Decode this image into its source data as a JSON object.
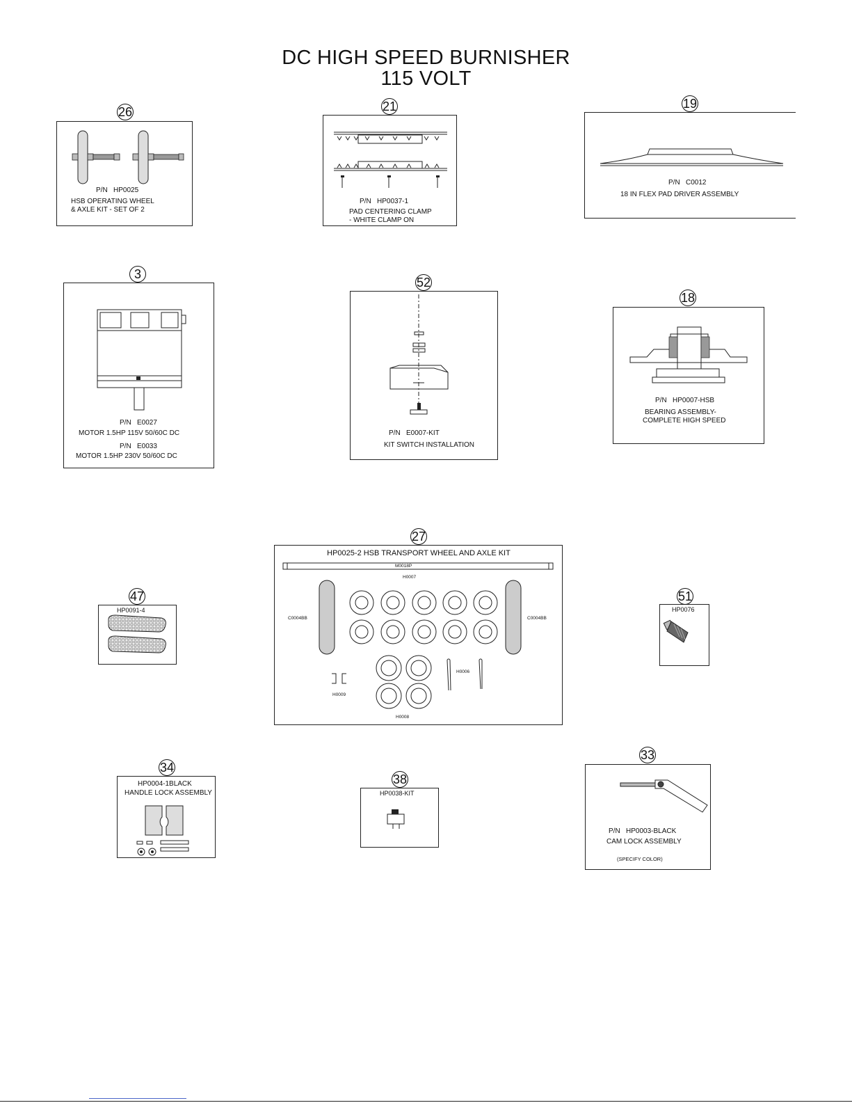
{
  "title": {
    "line1": "DC HIGH SPEED BURNISHER",
    "line2": "115 VOLT"
  },
  "parts": {
    "p26": {
      "callout": "26",
      "pn_label": "P/N",
      "pn": "HP0025",
      "desc1": "HSB OPERATING WHEEL",
      "desc2": "& AXLE KIT - SET OF 2"
    },
    "p21": {
      "callout": "21",
      "pn_label": "P/N",
      "pn": "HP0037-1",
      "desc1": "PAD CENTERING CLAMP",
      "desc2": "- WHITE CLAMP ON"
    },
    "p19": {
      "callout": "19",
      "pn_label": "P/N",
      "pn": "C0012",
      "desc1": "18 IN FLEX PAD DRIVER ASSEMBLY"
    },
    "p3": {
      "callout": "3",
      "pn_label": "P/N",
      "pn": "E0027",
      "desc1": "MOTOR 1.5HP 115V 50/60C DC",
      "pn_label2": "P/N",
      "pn2": "E0033",
      "desc2": "MOTOR 1.5HP 230V 50/60C DC"
    },
    "p52": {
      "callout": "52",
      "pn_label": "P/N",
      "pn": "E0007-KIT",
      "desc1": "KIT SWITCH INSTALLATION"
    },
    "p18": {
      "callout": "18",
      "pn_label": "P/N",
      "pn": "HP0007-HSB",
      "desc1": "BEARING ASSEMBLY-",
      "desc2": "COMPLETE HIGH SPEED"
    },
    "p27": {
      "callout": "27",
      "heading": "HP0025-2 HSB TRANSPORT WHEEL AND AXLE KIT",
      "label_axle": "M0018P",
      "label_h0007": "H0007",
      "label_wheel_left": "C0004BB",
      "label_wheel_right": "C0004BB",
      "label_pin": "H0006",
      "label_clip": "H0009",
      "label_washer": "H0008"
    },
    "p47": {
      "callout": "47",
      "pn": "HP0091-4"
    },
    "p51": {
      "callout": "51",
      "pn": "HP0076"
    },
    "p34": {
      "callout": "34",
      "pn": "HP0004-1BLACK",
      "desc1": "HANDLE LOCK ASSEMBLY"
    },
    "p38": {
      "callout": "38",
      "pn": "HP0038-KIT"
    },
    "p33": {
      "callout": "33",
      "pn_label": "P/N",
      "pn": "HP0003-BLACK",
      "desc1": "CAM LOCK ASSEMBLY",
      "note": "(SPECIFY COLOR)"
    }
  }
}
